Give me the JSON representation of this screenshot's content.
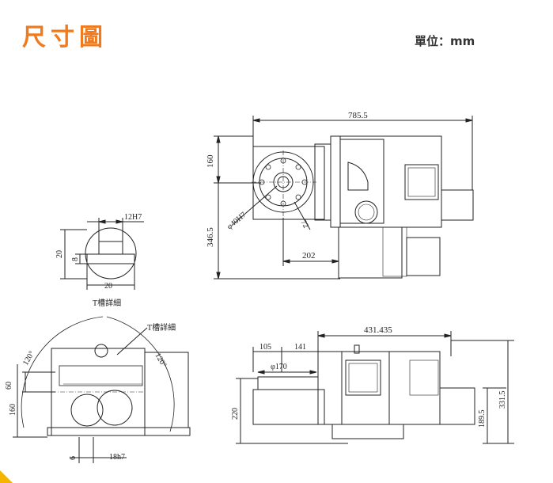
{
  "header": {
    "title": "尺寸圖",
    "unit": "單位：mm"
  },
  "colors": {
    "accent": "#f07a1e",
    "line": "#222222",
    "corner": "#f5b400"
  },
  "top_view": {
    "total_length": "785.5",
    "height_top": "160",
    "height_total": "346.5",
    "bore": "φ40H7",
    "bolt_circle": "72",
    "offset": "202"
  },
  "t_slot": {
    "slot_width": "12H7",
    "depth": "20",
    "depth2": "8",
    "width": "20",
    "caption": "T槽詳細"
  },
  "front_view": {
    "callout": "T槽詳細",
    "angle_left": "120°",
    "angle_right": "120°",
    "dim_60": "60",
    "dim_160": "160",
    "dim_6": "6",
    "key": "18h7"
  },
  "side_view": {
    "length": "431.435",
    "dim_105": "105",
    "dim_141": "141",
    "table_dia": "φ170",
    "center_height": "220",
    "base_height": "189.5",
    "total_height": "331.5"
  }
}
